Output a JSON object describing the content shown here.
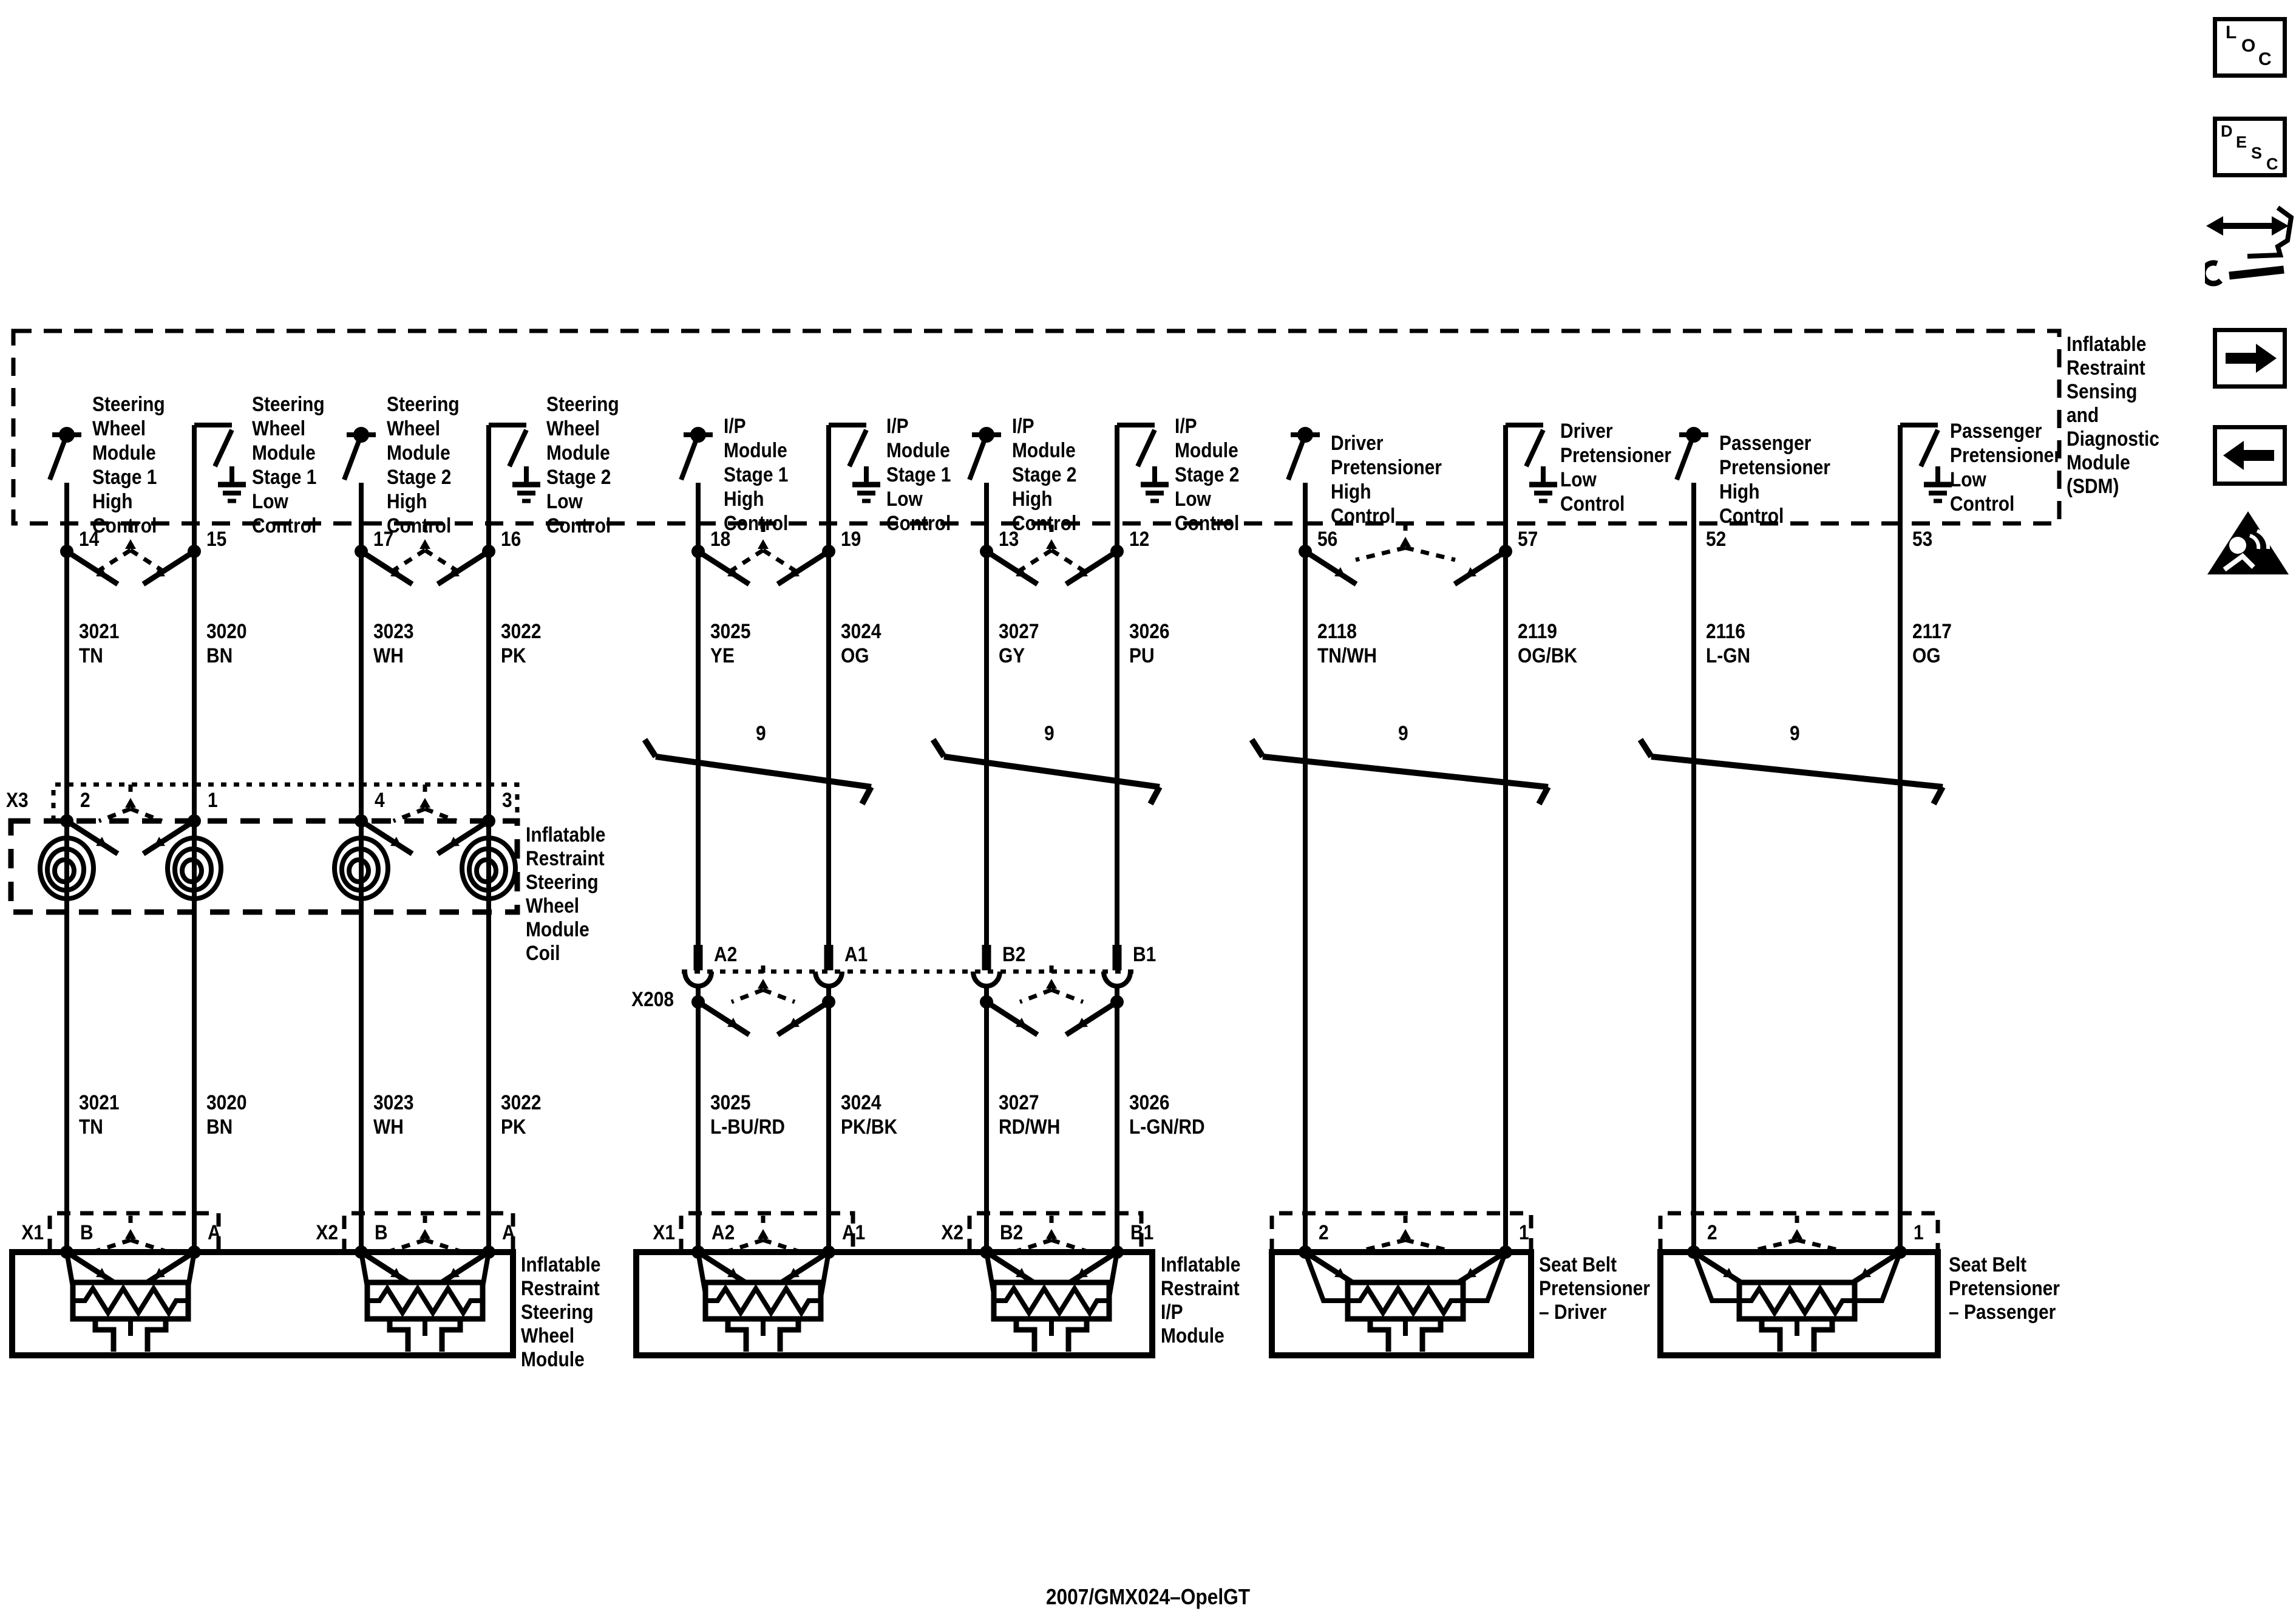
{
  "sdm": {
    "label": "Inflatable\nRestraint\nSensing\nand\nDiagnostic\nModule\n(SDM)"
  },
  "channels": [
    {
      "pin": "14",
      "label": "Steering\nWheel\nModule\nStage 1\nHigh\nControl",
      "wire_upper": "3021\nTN",
      "wire_lower": "3021\nTN"
    },
    {
      "pin": "15",
      "label": "Steering\nWheel\nModule\nStage 1\nLow\nControl",
      "wire_upper": "3020\nBN",
      "wire_lower": "3020\nBN"
    },
    {
      "pin": "17",
      "label": "Steering\nWheel\nModule\nStage 2\nHigh\nControl",
      "wire_upper": "3023\nWH",
      "wire_lower": "3023\nWH"
    },
    {
      "pin": "16",
      "label": "Steering\nWheel\nModule\nStage 2\nLow\nControl",
      "wire_upper": "3022\nPK",
      "wire_lower": "3022\nPK"
    },
    {
      "pin": "18",
      "label": "I/P\nModule\nStage 1\nHigh\nControl",
      "wire_upper": "3025\nYE",
      "wire_lower": "3025\nL-BU/RD"
    },
    {
      "pin": "19",
      "label": "I/P\nModule\nStage 1\nLow\nControl",
      "wire_upper": "3024\nOG",
      "wire_lower": "3024\nPK/BK"
    },
    {
      "pin": "13",
      "label": "I/P\nModule\nStage 2\nHigh\nControl",
      "wire_upper": "3027\nGY",
      "wire_lower": "3027\nRD/WH"
    },
    {
      "pin": "12",
      "label": "I/P\nModule\nStage 2\nLow\nControl",
      "wire_upper": "3026\nPU",
      "wire_lower": "3026\nL-GN/RD"
    },
    {
      "pin": "56",
      "label": "Driver\nPretensioner\nHigh\nControl",
      "wire_upper": "2118\nTN/WH"
    },
    {
      "pin": "57",
      "label": "Driver\nPretensioner\nLow\nControl",
      "wire_upper": "2119\nOG/BK"
    },
    {
      "pin": "52",
      "label": "Passenger\nPretensioner\nHigh\nControl",
      "wire_upper": "2116\nL-GN"
    },
    {
      "pin": "53",
      "label": "Passenger\nPretensioner\nLow\nControl",
      "wire_upper": "2117\nOG"
    }
  ],
  "inline_connectors": {
    "x3": {
      "name": "X3",
      "pins": [
        "2",
        "1",
        "4",
        "3"
      ]
    },
    "x208": {
      "name": "X208",
      "pins": [
        "A2",
        "A1",
        "B2",
        "B1"
      ]
    },
    "harness_number": "9"
  },
  "coil_module_label": "Inflatable\nRestraint\nSteering\nWheel\nModule\nCoil",
  "modules": [
    {
      "label": "Inflatable\nRestraint\nSteering\nWheel\nModule",
      "connectors": [
        {
          "name": "X1",
          "pins": [
            "B",
            "A"
          ]
        },
        {
          "name": "X2",
          "pins": [
            "B",
            "A"
          ]
        }
      ]
    },
    {
      "label": "Inflatable\nRestraint\nI/P\nModule",
      "connectors": [
        {
          "name": "X1",
          "pins": [
            "A2",
            "A1"
          ]
        },
        {
          "name": "X2",
          "pins": [
            "B2",
            "B1"
          ]
        }
      ]
    },
    {
      "label": "Seat Belt\nPretensioner\n– Driver",
      "connectors": [
        {
          "name": "",
          "pins": [
            "2",
            "1"
          ]
        }
      ]
    },
    {
      "label": "Seat Belt\nPretensioner\n– Passenger",
      "connectors": [
        {
          "name": "",
          "pins": [
            "2",
            "1"
          ]
        }
      ]
    }
  ],
  "toolbar": {
    "loc_letters": [
      "L",
      "O",
      "C"
    ],
    "desc_letters": [
      "D",
      "E",
      "S",
      "C"
    ],
    "icons": [
      "loc-button",
      "desc-button",
      "exchange-wrench-icon",
      "forward-arrow-icon",
      "back-arrow-icon",
      "airbag-warning-icon"
    ]
  },
  "footer": {
    "caption": "2007/GMX024–OpelGT"
  }
}
